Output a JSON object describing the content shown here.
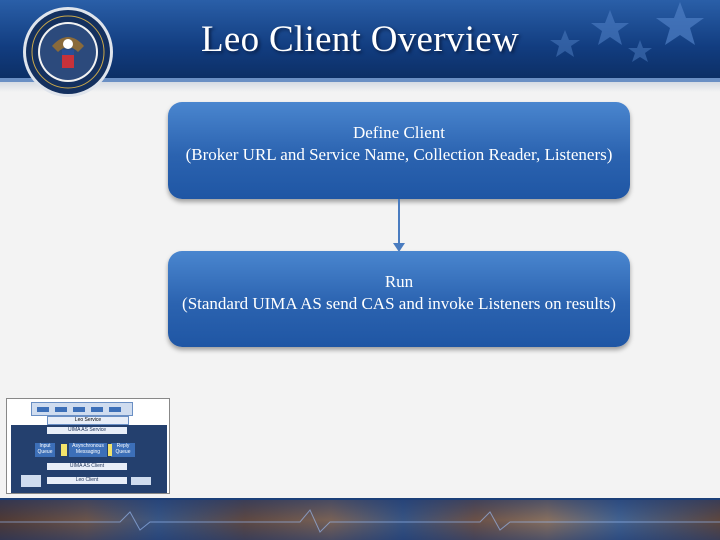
{
  "slide": {
    "title": "Leo Client Overview"
  },
  "flow": {
    "box1": {
      "line1": "Define Client",
      "line2": "(Broker URL and Service Name, Collection Reader, Listeners)"
    },
    "box2": {
      "line1": "Run",
      "line2": "(Standard UIMA AS send CAS and invoke Listeners on results)"
    }
  },
  "thumbnail": {
    "labels": {
      "leo_service": "Leo Service",
      "uima_as_service": "UIMA AS Service",
      "input_queue": "Input Queue",
      "async_messaging": "Asynchronous Messaging",
      "reply_queue": "Reply Queue",
      "uima_as_client": "UIMA AS Client",
      "leo_client": "Leo Client"
    }
  },
  "colors": {
    "header": "#123d80",
    "box": "#2b63b0",
    "connector": "#4a7cc0",
    "title_text": "#ffffff"
  }
}
